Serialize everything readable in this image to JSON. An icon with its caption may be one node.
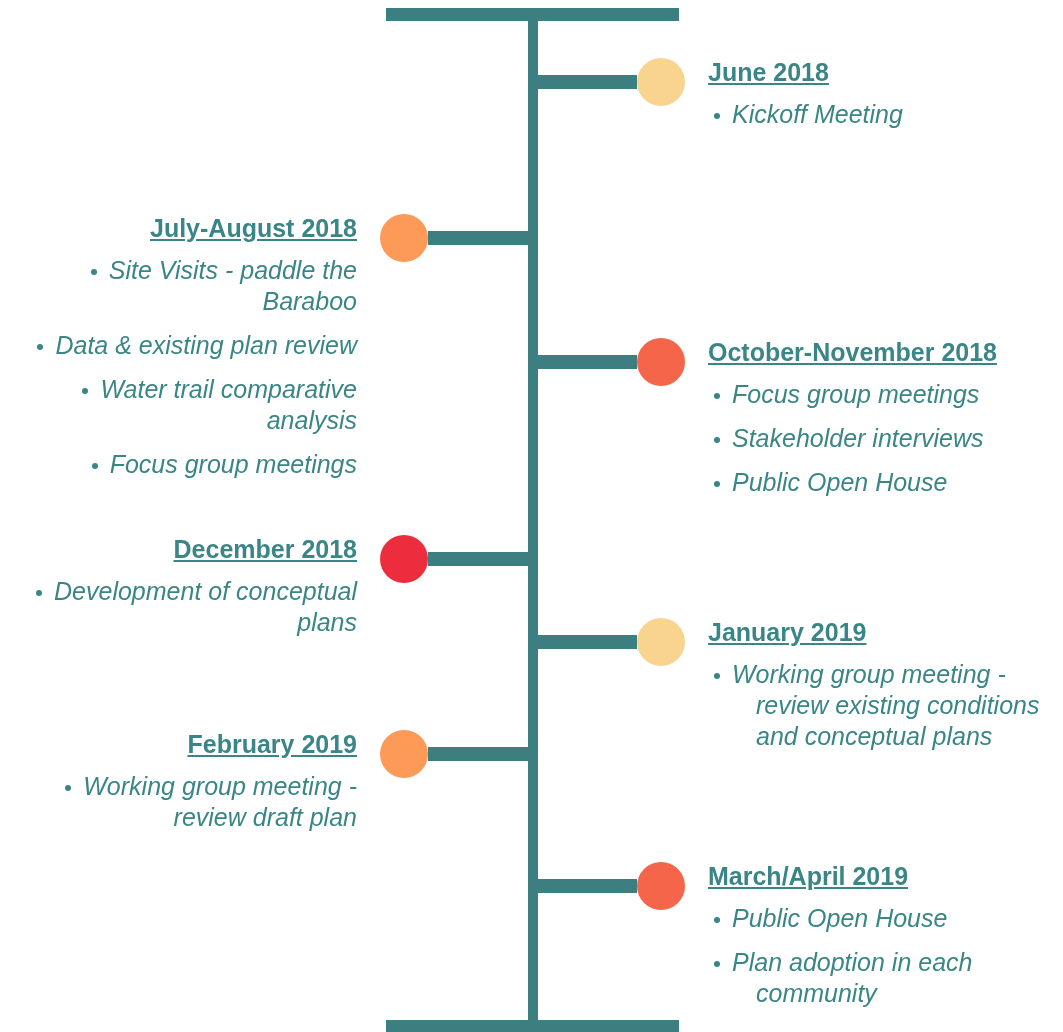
{
  "diagram": {
    "nodes": [
      {
        "text": [],
        "shape": "bar"
      },
      {
        "text": [],
        "shape": "circle",
        "beside": [
          "June 2018",
          "Kickoff Meeting"
        ]
      },
      {
        "text": [],
        "shape": "circle",
        "beside": [
          "July-August 2018",
          "Site Visits - paddle the Baraboo",
          "Data & existing plan review",
          "Water trail comparative analysis",
          "Focus group meetings"
        ]
      },
      {
        "text": [],
        "shape": "circle",
        "beside": [
          "October-November 2018",
          "Focus group meetings",
          "Stakeholder interviews",
          "Public Open House"
        ]
      },
      {
        "text": [],
        "shape": "circle",
        "beside": [
          "December 2018",
          "Development of conceptual plans"
        ]
      },
      {
        "text": [],
        "shape": "circle",
        "beside": [
          "January 2019",
          "Working group meeting - review existing conditions and conceptual plans"
        ]
      },
      {
        "text": [],
        "shape": "circle",
        "beside": [
          "February 2019",
          "Working group meeting - review draft plan"
        ]
      },
      {
        "text": [],
        "shape": "circle",
        "beside": [
          "March/April 2019",
          "Public Open House",
          "Plan adoption in each community"
        ]
      }
    ],
    "edges": [
      {
        "from": 0,
        "to": 1,
        "arrow": "none"
      },
      {
        "from": 0,
        "to": 2,
        "arrow": "none"
      },
      {
        "from": 0,
        "to": 3,
        "arrow": "none"
      },
      {
        "from": 0,
        "to": 4,
        "arrow": "none"
      },
      {
        "from": 0,
        "to": 5,
        "arrow": "none"
      },
      {
        "from": 0,
        "to": 6,
        "arrow": "none"
      },
      {
        "from": 0,
        "to": 7,
        "arrow": "none"
      }
    ]
  }
}
